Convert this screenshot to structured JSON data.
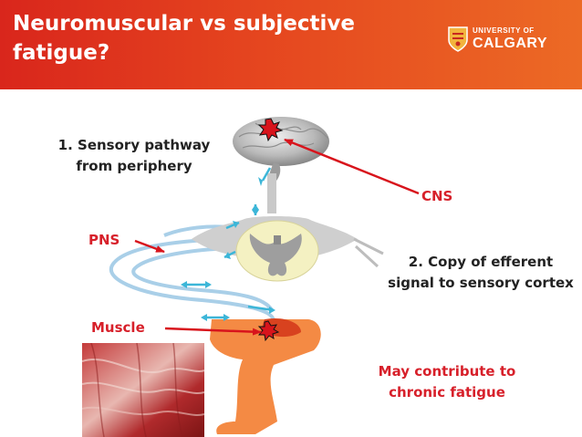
{
  "slide": {
    "title": "Neuromuscular vs subjective fatigue?",
    "logo": {
      "university_line": "UNIVERSITY OF",
      "name": "CALGARY"
    }
  },
  "labels": {
    "sensory_pathway": "1. Sensory pathway from periphery",
    "cns": "CNS",
    "pns": "PNS",
    "efferent_copy": "2. Copy of efferent signal to sensory cortex",
    "muscle": "Muscle",
    "chronic_fatigue": "May contribute to chronic fatigue"
  },
  "colors": {
    "header_red": "#d9261c",
    "header_orange": "#ec6a25",
    "label_red": "#d7202a",
    "arrow_red": "#d8141c",
    "nerve_blue": "#a9cfe8",
    "arrow_cyan": "#3cb6d8",
    "spinal_cream": "#f4f1c2",
    "leg_orange": "#f48a44"
  },
  "icons": [
    "brain-icon",
    "spinal-cord-icon",
    "leg-icon",
    "burst-icon",
    "muscle-tissue-image",
    "university-shield-icon"
  ]
}
